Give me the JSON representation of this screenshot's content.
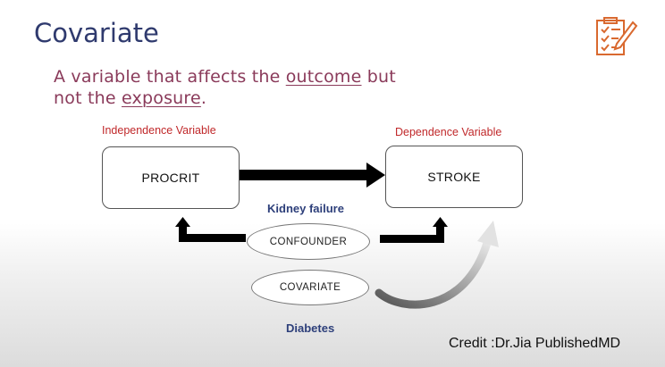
{
  "slide": {
    "title": "Covariate",
    "definition_part1": "A variable that affects the ",
    "definition_outcome": "outcome",
    "definition_part2": " but not the ",
    "definition_exposure": "exposure",
    "definition_end": "."
  },
  "diagram": {
    "independent_label": "Independence Variable",
    "dependent_label": "Dependence Variable",
    "exposure_box": "PROCRIT",
    "outcome_box": "STROKE",
    "confounder_example": "Kidney failure",
    "confounder_ellipse": "CONFOUNDER",
    "covariate_ellipse": "COVARIATE",
    "covariate_example": "Diabetes"
  },
  "credit": "Credit :Dr.Jia PublishedMD",
  "icon": "checklist-pen-icon",
  "colors": {
    "title": "#2f3a6e",
    "subtitle": "#8a3a5a",
    "variable_labels": "#c0282a",
    "bold_labels": "#2d3f7a",
    "icon_accent": "#d9692f"
  }
}
